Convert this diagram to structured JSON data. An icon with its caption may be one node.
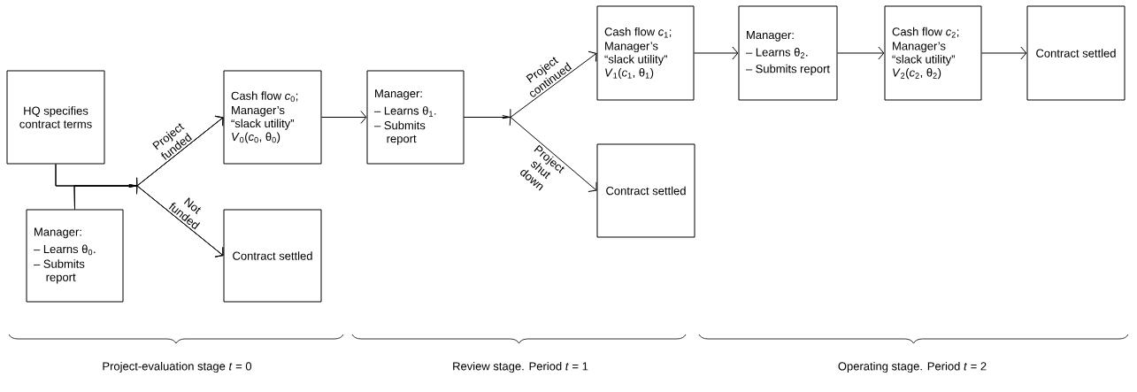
{
  "diagram": {
    "nodes": [
      {
        "text": [
          "HQ specifies contract terms"
        ]
      },
      {
        "text": [
          "Manager:",
          "– Learns θ$_{0}$.",
          "– Submits report"
        ]
      },
      {
        "text": [
          "Cash flow *c*$_{0}$;",
          "Manager’s “slack utility” *V*$_{0}$(*c*$_{0}$, θ$_{0}$)"
        ]
      },
      {
        "text": [
          "Contract settled"
        ]
      },
      {
        "text": [
          "Manager:",
          "– Learns θ$_{1}$.",
          "– Submits report"
        ]
      },
      {
        "text": [
          "Cash flow *c*$_{1}$;",
          "Manager’s “slack utility” *V*$_{1}$(*c*$_{1}$, θ$_{1}$)"
        ]
      },
      {
        "text": [
          "Contract settled"
        ]
      },
      {
        "text": [
          "Manager:",
          "– Learns θ$_{2}$.",
          "– Submits report"
        ]
      },
      {
        "text": [
          "Cash flow *c*$_{2}$;",
          "Manager’s “slack utility” *V*$_{2}$(*c*$_{2}$, θ$_{2}$)"
        ]
      },
      {
        "text": [
          "Contract settled"
        ]
      }
    ],
    "edges": [
      {
        "from": 0,
        "to": 2,
        "arrow": "to",
        "label": "Project funded"
      },
      {
        "from": 0,
        "to": 3,
        "arrow": "to",
        "label": "Not funded"
      },
      {
        "from": 1,
        "to": 2,
        "arrow": "to"
      },
      {
        "from": 1,
        "to": 3,
        "arrow": "to"
      },
      {
        "from": 2,
        "to": 4,
        "arrow": "to"
      },
      {
        "from": 4,
        "to": 5,
        "arrow": "to",
        "label": "Project continued"
      },
      {
        "from": 4,
        "to": 6,
        "arrow": "to",
        "label": "Project shut down"
      },
      {
        "from": 5,
        "to": 7,
        "arrow": "to"
      },
      {
        "from": 7,
        "to": 8,
        "arrow": "to"
      },
      {
        "from": 8,
        "to": 9,
        "arrow": "to"
      }
    ],
    "labels": [
      "Project-evaluation stage *t* = 0",
      "Review stage. Period *t* = 1",
      "Operating stage. Period *t* = 2"
    ]
  }
}
